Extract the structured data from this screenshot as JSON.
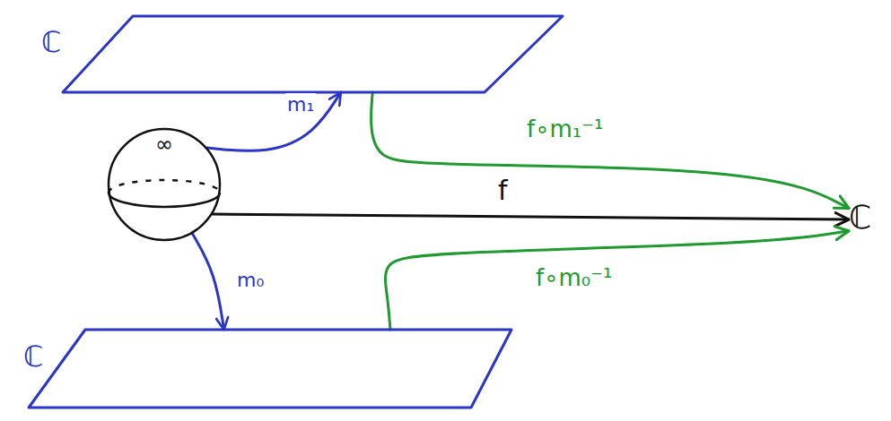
{
  "diagram": {
    "nodes": [
      {
        "text": [
          "ℂ"
        ]
      },
      {
        "text": [
          "∞"
        ]
      },
      {
        "text": [
          "ℂ"
        ]
      },
      {
        "text": [
          "ℂ"
        ]
      }
    ],
    "edges": [
      {
        "from": 1,
        "to": 0,
        "label": "m₁",
        "arrow": "to"
      },
      {
        "from": 0,
        "to": 2,
        "label": "f∘m₁⁻¹",
        "arrow": "to"
      },
      {
        "from": 1,
        "to": 2,
        "label": "f",
        "arrow": "to"
      },
      {
        "from": 3,
        "to": 2,
        "label": "f∘m₀⁻¹",
        "arrow": "to"
      },
      {
        "from": 1,
        "to": 3,
        "label": "m₀",
        "arrow": "to"
      }
    ]
  }
}
